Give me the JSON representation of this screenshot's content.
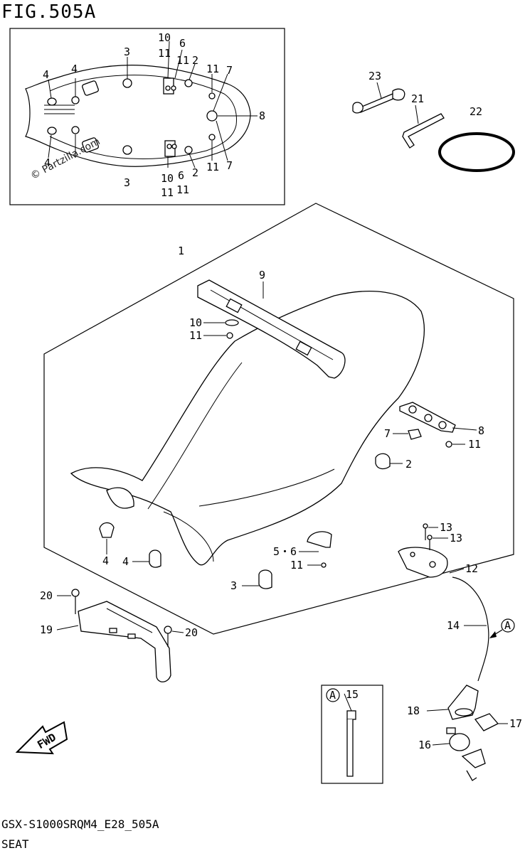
{
  "figure": {
    "title": "FIG.505A",
    "code": "GSX-S1000SRQM4_E28_505A",
    "name": "SEAT",
    "watermark": "© Partzilla.com",
    "fwd_label": "FWD",
    "view_ref": "A"
  },
  "inset_callouts": {
    "c3a": "3",
    "c4a": "4",
    "c4b": "4",
    "c10a": "10",
    "c6a": "6",
    "c11a": "11",
    "c11b": "11",
    "c2a": "2",
    "c11c": "11",
    "c7a": "7",
    "c8a": "8",
    "c4c": "4",
    "c3b": "3",
    "c10b": "10",
    "c6b": "6",
    "c11d": "11",
    "c11e": "11",
    "c2b": "2",
    "c11f": "11",
    "c7b": "7"
  },
  "main_callouts": {
    "c1": "1",
    "c9": "9",
    "c10": "10",
    "c11a": "11",
    "c8": "8",
    "c7": "7",
    "c11b": "11",
    "c2": "2",
    "c13a": "13",
    "c13b": "13",
    "c12": "12",
    "c56": "5・6",
    "c11c": "11",
    "c4": "4",
    "c4b": "4",
    "c3": "3",
    "c20a": "20",
    "c19": "19",
    "c20b": "20",
    "c14": "14",
    "c15": "15",
    "c18": "18",
    "c17": "17",
    "c16": "16",
    "c21": "21",
    "c22": "22",
    "c23": "23",
    "cA1": "A",
    "cA2": "A"
  }
}
